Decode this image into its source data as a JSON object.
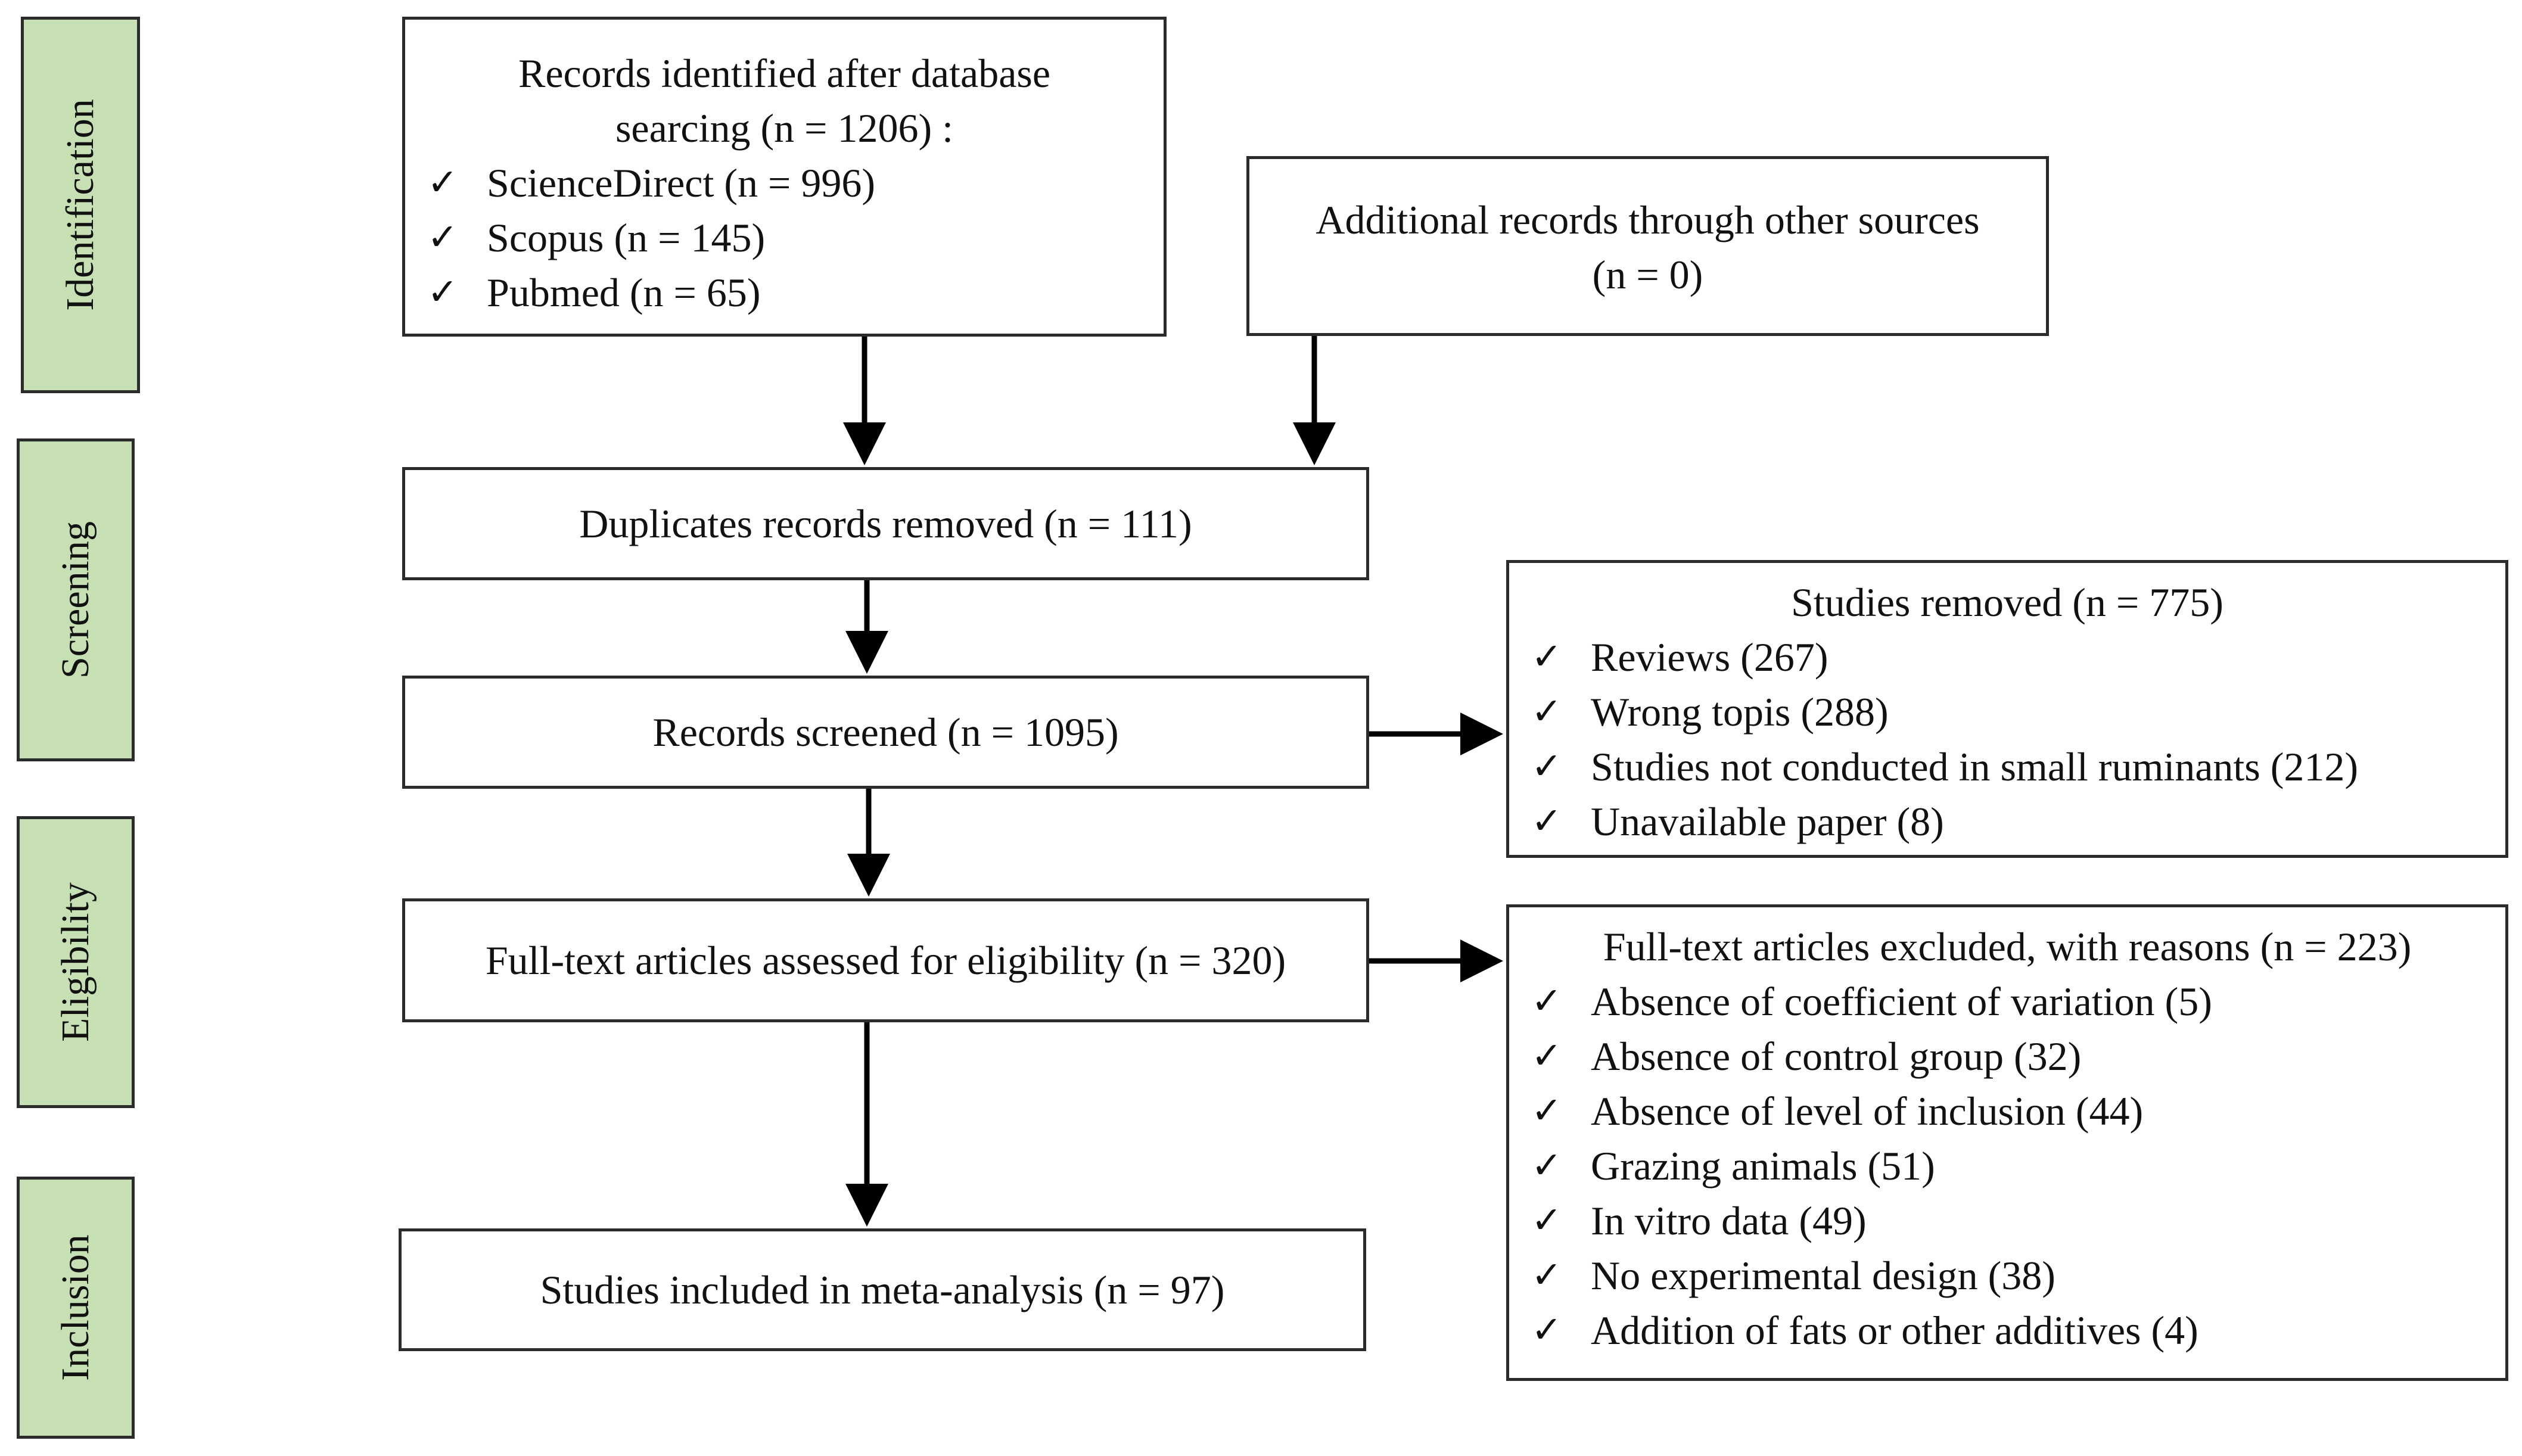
{
  "stages": {
    "identification": "Identification",
    "screening": "Screening",
    "eligibility": "Eligibility",
    "inclusion": "Inclusion"
  },
  "boxes": {
    "identified": {
      "title_line1": "Records identified after database",
      "title_line2": "searcing (n = 1206) :",
      "items": [
        "ScienceDirect (n = 996)",
        "Scopus (n = 145)",
        "Pubmed (n = 65)"
      ]
    },
    "additional": {
      "line1": "Additional records through other sources",
      "line2": "(n = 0)"
    },
    "duplicates": "Duplicates records removed (n = 111)",
    "screened": "Records screened (n = 1095)",
    "removed": {
      "title": "Studies removed (n = 775)",
      "items": [
        "Reviews (267)",
        "Wrong topis (288)",
        "Studies not conducted in small ruminants (212)",
        "Unavailable paper (8)"
      ]
    },
    "fulltext": "Full-text articles assessed for eligibility (n = 320)",
    "excluded": {
      "title": "Full-text articles excluded, with reasons (n = 223)",
      "items": [
        "Absence of coefficient of variation (5)",
        "Absence of control group (32)",
        "Absence of level of inclusion (44)",
        "Grazing animals (51)",
        "In vitro data (49)",
        "No experimental design (38)",
        "Addition of fats or other additives (4)"
      ]
    },
    "included": "Studies included in meta-analysis (n = 97)"
  },
  "check_mark": "✓",
  "colors": {
    "stage_fill": "#c6e0b4",
    "border": "#2b2b2b",
    "arrow": "#000000"
  }
}
